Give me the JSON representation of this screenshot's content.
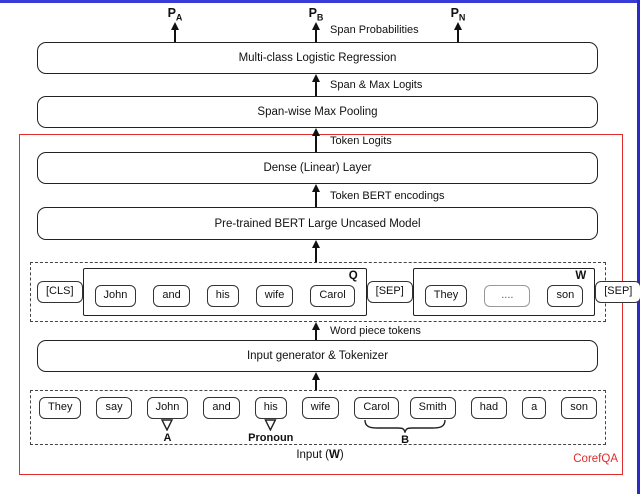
{
  "diagram": {
    "outputs": [
      {
        "base": "P",
        "sub": "A"
      },
      {
        "base": "P",
        "sub": "B"
      },
      {
        "base": "P",
        "sub": "N"
      }
    ],
    "arrow_labels": {
      "span_probabilities": "Span Probabilities",
      "span_max_logits": "Span & Max Logits",
      "token_logits": "Token Logits",
      "token_bert_encodings": "Token BERT encodings",
      "word_piece_tokens": "Word piece tokens"
    },
    "boxes": {
      "multiclass": "Multi-class Logistic Regression",
      "max_pooling": "Span-wise Max Pooling",
      "dense": "Dense (Linear) Layer",
      "bert": "Pre-trained BERT Large Uncased Model",
      "tokenizer": "Input generator & Tokenizer"
    },
    "wordpiece_row": {
      "cls": "[CLS]",
      "q_label": "Q",
      "q_tokens": [
        "John",
        "and",
        "his",
        "wife",
        "Carol"
      ],
      "sep1": "[SEP]",
      "w_label": "W",
      "w_tokens": [
        "They",
        "....",
        "son"
      ],
      "sep2": "[SEP]"
    },
    "input_row": {
      "tokens": [
        "They",
        "say",
        "John",
        "and",
        "his",
        "wife",
        "Carol",
        "Smith",
        "had",
        "a",
        "son"
      ],
      "annotations": [
        {
          "label": "A"
        },
        {
          "label": "Pronoun"
        },
        {
          "label": "B"
        }
      ]
    },
    "input_caption": {
      "pre": "Input (",
      "w": "W",
      "post": ")"
    },
    "corner_label": "CorefQA",
    "colors": {
      "red": "#e02b2b",
      "blue": "#3a3ad6",
      "line": "#222222"
    }
  }
}
